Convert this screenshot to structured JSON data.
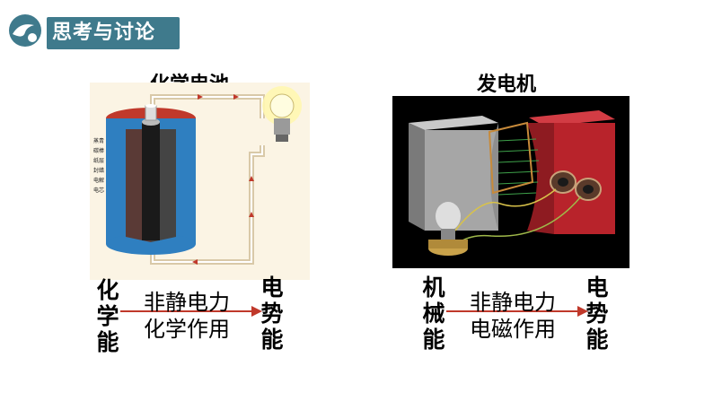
{
  "header": {
    "title": "思考与讨论",
    "badge_icon": "speech-bubble-icon"
  },
  "left_panel": {
    "title": "化学电池",
    "source": "化学能",
    "process_line1": "非静电力",
    "process_line2": "化学作用",
    "result": "电势能",
    "battery_tags": [
      "蒸青",
      "碳棒",
      "纸层",
      "封蜡",
      "电解",
      "电芯"
    ]
  },
  "right_panel": {
    "title": "发电机",
    "source": "机械能",
    "process_line1": "非静电力",
    "process_line2": "电磁作用",
    "result": "电势能"
  },
  "colors": {
    "header_bar": "#3f7a8c",
    "arrow": "#c0392b",
    "generator_bg": "#000000",
    "magnet_red": "#b8232b",
    "battery_blue": "#2f7fc0"
  }
}
